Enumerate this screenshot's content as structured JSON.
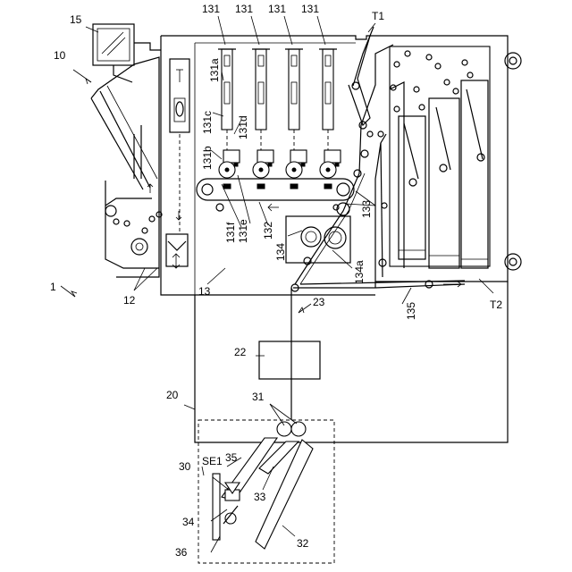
{
  "labels": {
    "l1": "1",
    "l10": "10",
    "l12": "12",
    "l13": "13",
    "l15": "15",
    "l20": "20",
    "l22": "22",
    "l23": "23",
    "l30": "30",
    "l31": "31",
    "l32": "32",
    "l33": "33",
    "l34": "34",
    "l35": "35",
    "l36": "36",
    "se1": "SE1",
    "t1": "T1",
    "t2": "T2",
    "l131": "131",
    "l131a": "131a",
    "l131b": "131b",
    "l131c": "131c",
    "l131d": "131d",
    "l131e": "131e",
    "l131f": "131f",
    "l132": "132",
    "l133": "133",
    "l134": "134",
    "l134a": "134a",
    "l135": "135"
  }
}
